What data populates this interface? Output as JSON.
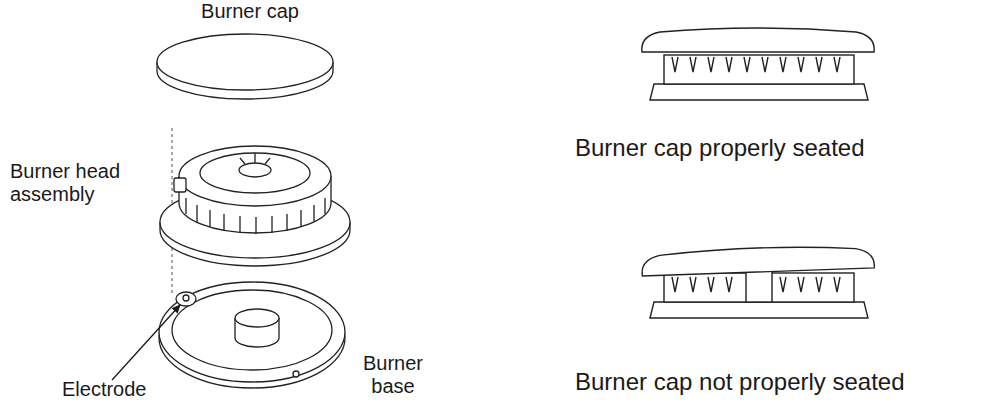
{
  "diagram": {
    "labels": [
      "Burner cap",
      "Burner head assembly",
      "Electrode",
      "Burner base",
      "Burner cap properly seated",
      "Burner cap not properly seated"
    ]
  }
}
